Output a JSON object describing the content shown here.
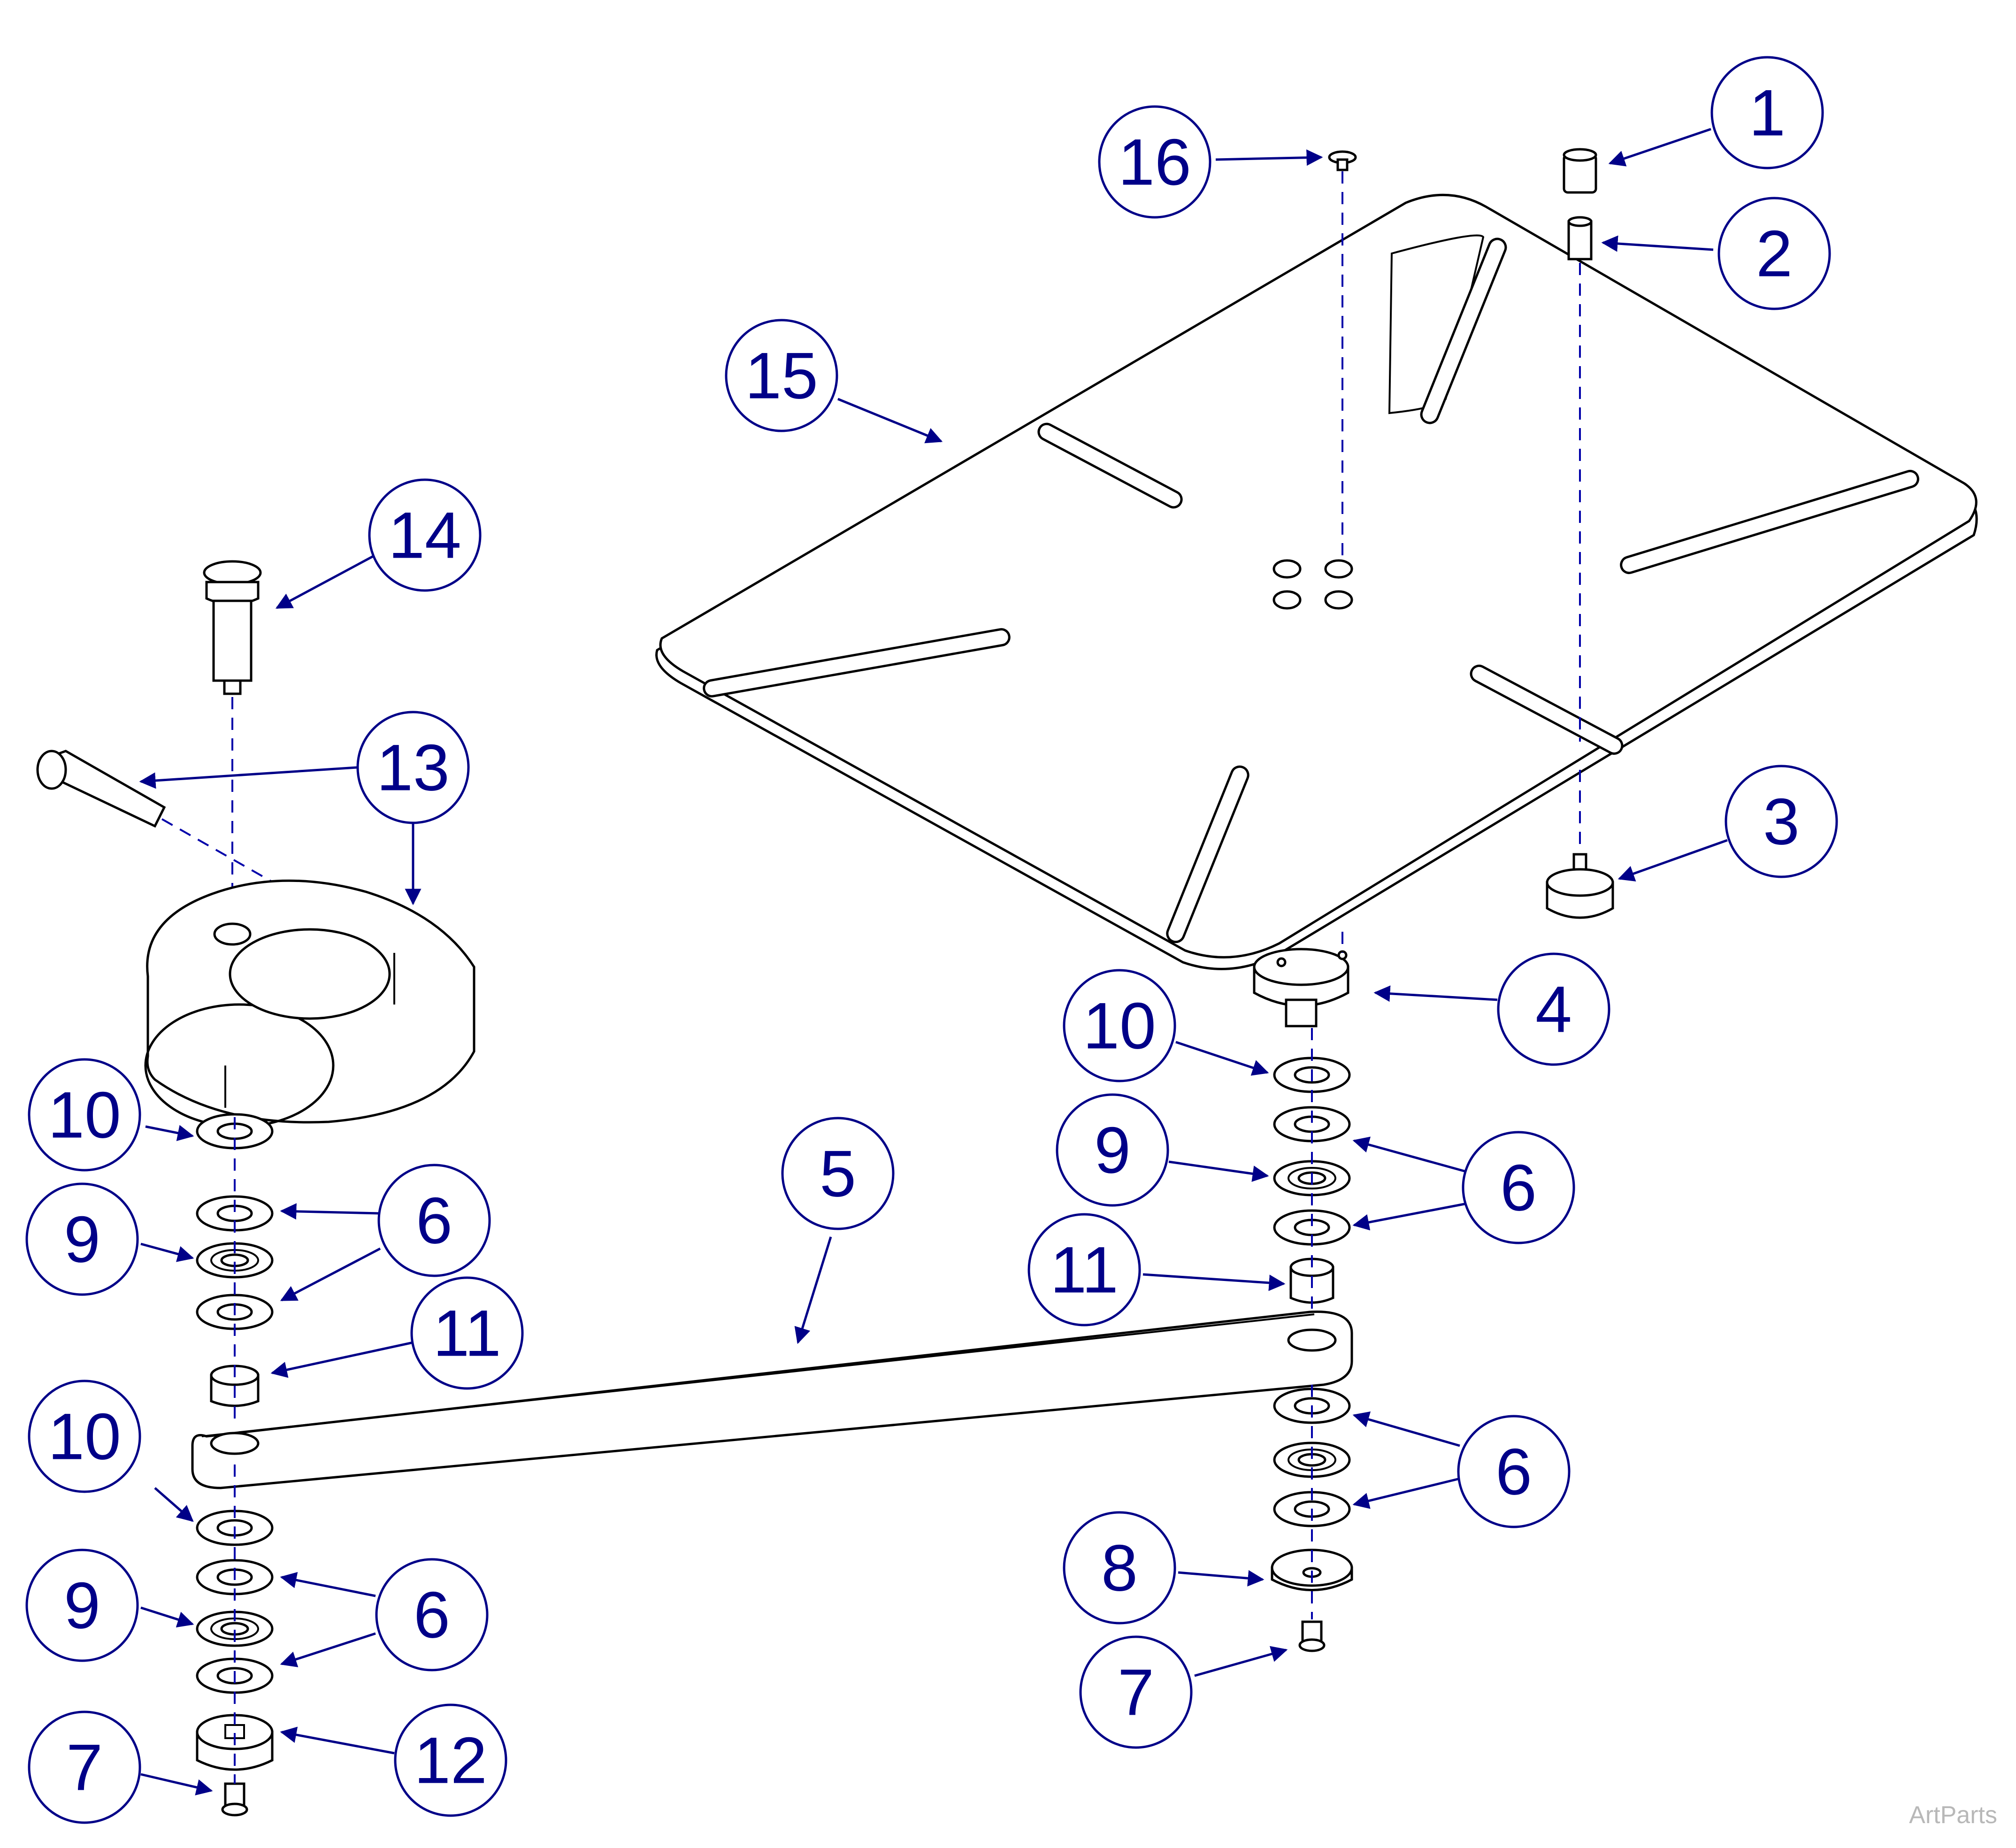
{
  "watermark": "ArtParts",
  "callouts": [
    {
      "id": "c1",
      "label": "1"
    },
    {
      "id": "c2",
      "label": "2"
    },
    {
      "id": "c3",
      "label": "3"
    },
    {
      "id": "c4",
      "label": "4"
    },
    {
      "id": "c5",
      "label": "5"
    },
    {
      "id": "c6a",
      "label": "6"
    },
    {
      "id": "c6b",
      "label": "6"
    },
    {
      "id": "c6c",
      "label": "6"
    },
    {
      "id": "c6d",
      "label": "6"
    },
    {
      "id": "c7a",
      "label": "7"
    },
    {
      "id": "c7b",
      "label": "7"
    },
    {
      "id": "c8",
      "label": "8"
    },
    {
      "id": "c9a",
      "label": "9"
    },
    {
      "id": "c9b",
      "label": "9"
    },
    {
      "id": "c9c",
      "label": "9"
    },
    {
      "id": "c10a",
      "label": "10"
    },
    {
      "id": "c10b",
      "label": "10"
    },
    {
      "id": "c10c",
      "label": "10"
    },
    {
      "id": "c11a",
      "label": "11"
    },
    {
      "id": "c11b",
      "label": "11"
    },
    {
      "id": "c12",
      "label": "12"
    },
    {
      "id": "c13",
      "label": "13"
    },
    {
      "id": "c14",
      "label": "14"
    },
    {
      "id": "c15",
      "label": "15"
    },
    {
      "id": "c16",
      "label": "16"
    }
  ]
}
